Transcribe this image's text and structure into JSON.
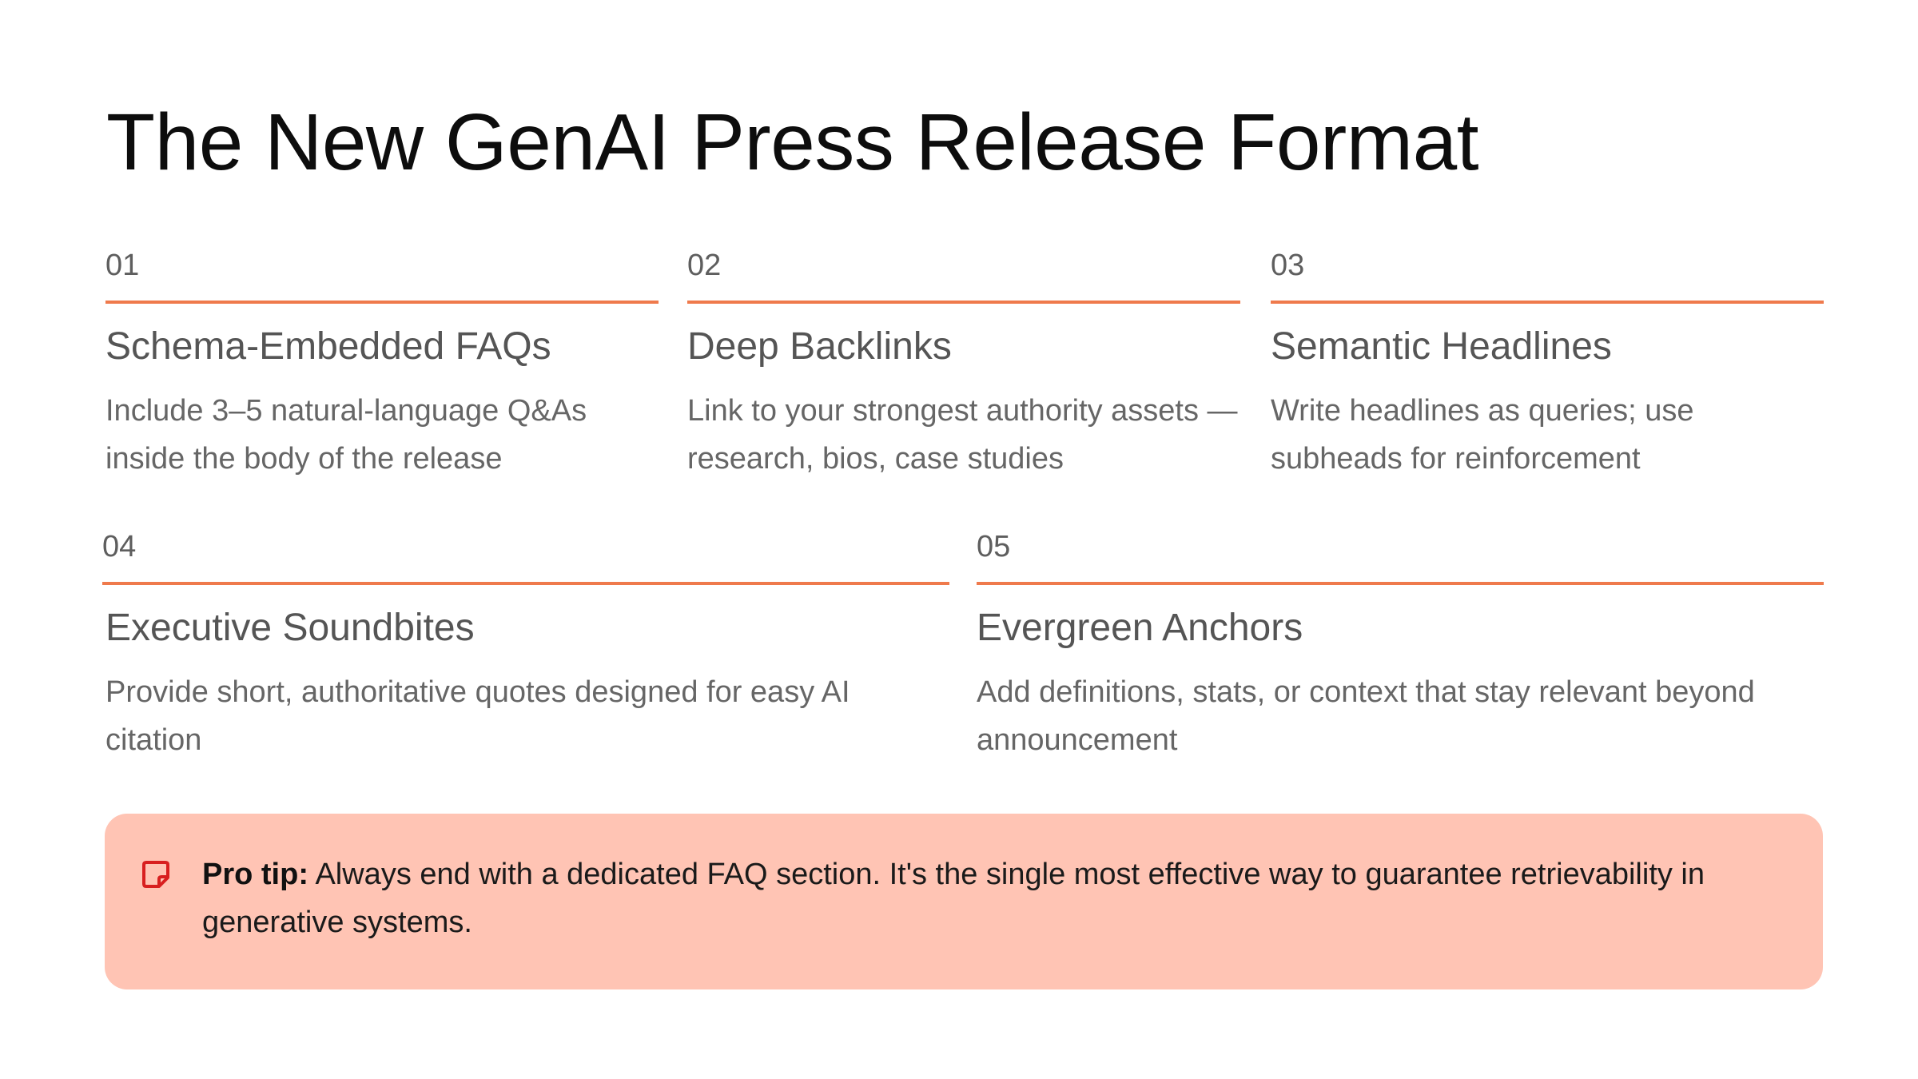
{
  "title": "The New GenAI Press Release Format",
  "accent_color": "#ef7a4c",
  "tip_background": "#ffc4b4",
  "steps": [
    {
      "number": "01",
      "heading": "Schema-Embedded FAQs",
      "description": "Include 3–5 natural-language Q&As inside the body of the release"
    },
    {
      "number": "02",
      "heading": "Deep Backlinks",
      "description": "Link to your strongest authority assets —research, bios, case studies"
    },
    {
      "number": "03",
      "heading": "Semantic Headlines",
      "description": "Write headlines as queries; use subheads for reinforcement"
    },
    {
      "number": "04",
      "heading": "Executive Soundbites",
      "description": "Provide short, authoritative quotes designed for easy AI citation"
    },
    {
      "number": "05",
      "heading": "Evergreen Anchors",
      "description": "Add definitions, stats, or context that stay relevant beyond announcement"
    }
  ],
  "tip": {
    "icon": "sticky-note-icon",
    "label": "Pro tip:",
    "text": "Always end with a dedicated FAQ section. It's the single most effective way to guarantee retrievability in generative systems."
  }
}
